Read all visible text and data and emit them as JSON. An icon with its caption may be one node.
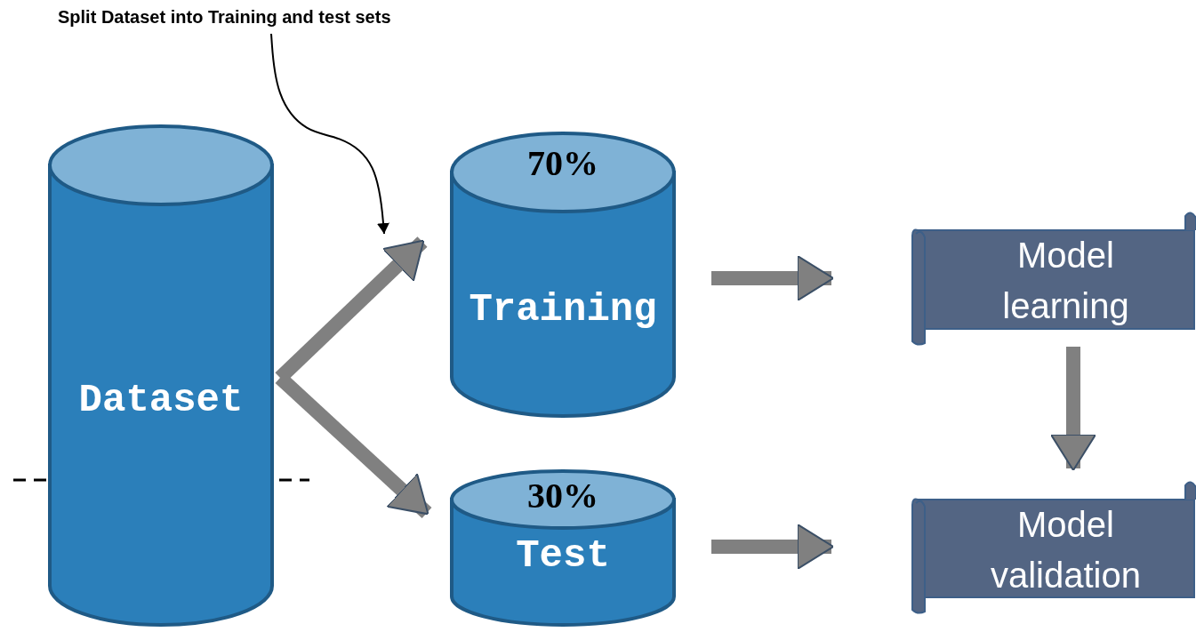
{
  "diagram": {
    "nodes": [
      {
        "text": [
          "Dataset"
        ]
      },
      {
        "text": [
          "70%",
          "Training"
        ]
      },
      {
        "text": [
          "30%",
          "Test"
        ]
      },
      {
        "text": [
          "Model learning"
        ]
      },
      {
        "text": [
          "Model validation"
        ]
      },
      {
        "text": [
          "Split Dataset into Training and test sets"
        ]
      }
    ],
    "edges": [
      {
        "from": 0,
        "to": 1,
        "arrow": "to"
      },
      {
        "from": 0,
        "to": 2,
        "arrow": "to"
      },
      {
        "from": 1,
        "to": 3,
        "arrow": "to"
      },
      {
        "from": 2,
        "to": 4,
        "arrow": "to"
      },
      {
        "from": 3,
        "to": 4,
        "arrow": "to"
      },
      {
        "from": 5,
        "to": null,
        "arrow": "to",
        "color": "#000000"
      }
    ]
  }
}
